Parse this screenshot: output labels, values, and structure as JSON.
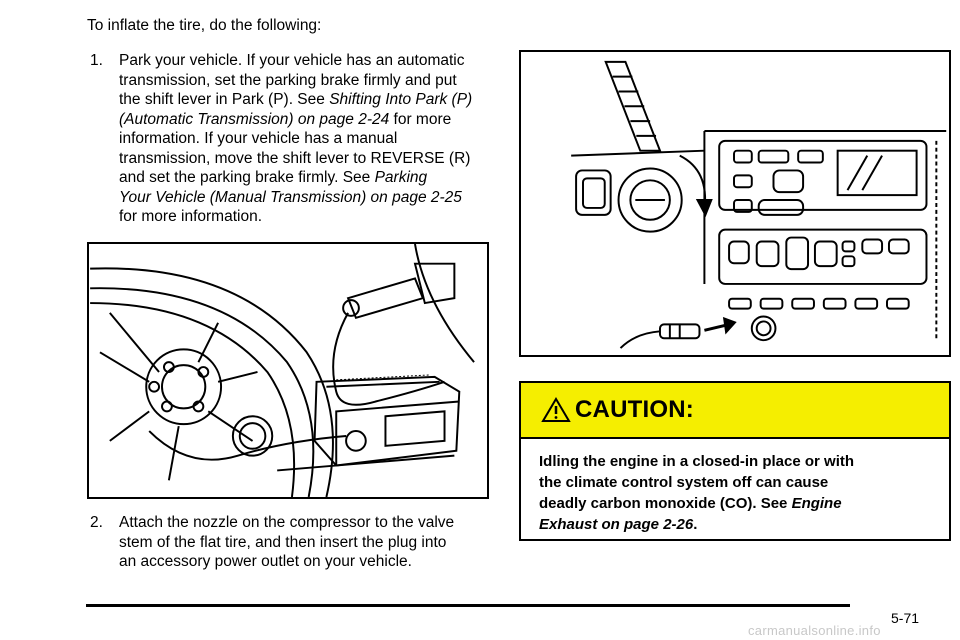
{
  "intro": "To inflate the tire, do the following:",
  "step1": {
    "number": "1.",
    "lines": [
      "Park your vehicle. If your vehicle has an automatic",
      "transmission, set the parking brake firmly and put",
      "the shift lever in Park (P). See "
    ],
    "link1_a": "Shifting Into Park (P)",
    "link1_b": "(Automatic Transmission) on page 2-24",
    "after_link1": " for more",
    "line5": "information. If your vehicle has a manual",
    "line6": "transmission, move the shift lever to REVERSE (R)",
    "line7": "and set the parking brake firmly. See ",
    "link2_a": "Parking",
    "link2_b": "Your Vehicle (Manual Transmission) on page 2-25",
    "line9": "for more information."
  },
  "step2": {
    "number": "2.",
    "line1": "Attach the nozzle on the compressor to the valve",
    "line2": "stem of the flat tire, and then insert the plug into",
    "line3": "an accessory power outlet on your vehicle."
  },
  "caution": {
    "title": "CAUTION:",
    "line1": "Idling the engine in a closed-in place or with",
    "line2": "the climate control system off can cause",
    "line3_text": "deadly carbon monoxide (CO). See ",
    "line3_link": "Engine",
    "line4_link": "Exhaust on page 2-26",
    "line4_end": ".",
    "header_color": "#f5ee00"
  },
  "footer": {
    "page_number": "5-71",
    "watermark": "carmanualsonline.info"
  }
}
